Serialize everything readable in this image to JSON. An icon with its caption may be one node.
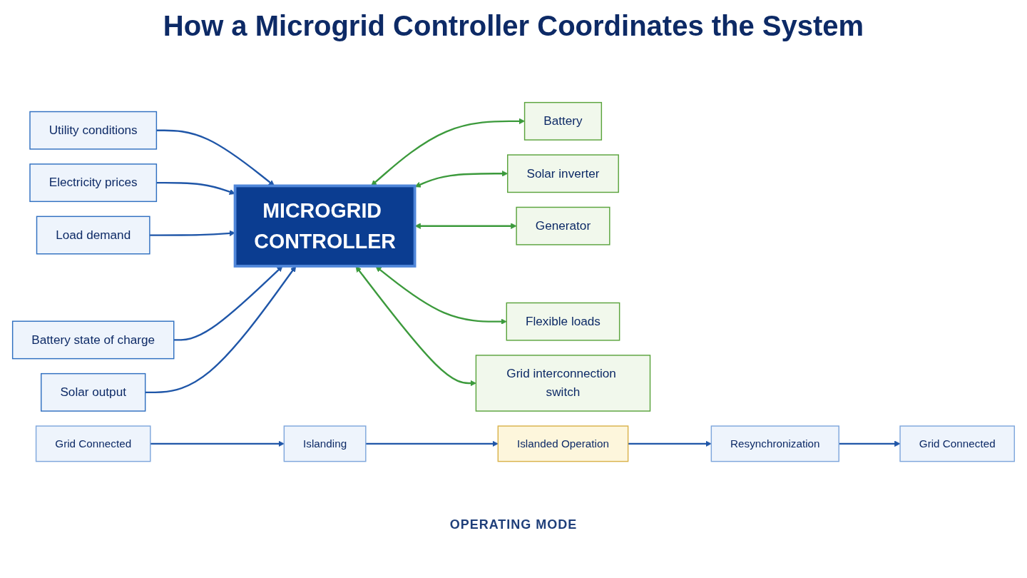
{
  "diagram": {
    "title": "How a Microgrid Controller Coordinates the System",
    "nodes": [
      {
        "text": [
          "Utility conditions"
        ]
      },
      {
        "text": [
          "Electricity prices"
        ]
      },
      {
        "text": [
          "Load demand"
        ]
      },
      {
        "text": [
          "Battery state of charge"
        ]
      },
      {
        "text": [
          "Solar output"
        ]
      },
      {
        "text": [
          "MICROGRID CONTROLLER"
        ]
      },
      {
        "text": [
          "Battery"
        ]
      },
      {
        "text": [
          "Solar inverter"
        ]
      },
      {
        "text": [
          "Generator"
        ]
      },
      {
        "text": [
          "Flexible loads"
        ]
      },
      {
        "text": [
          "Grid interconnection switch"
        ]
      },
      {
        "text": [
          "Grid Connected"
        ]
      },
      {
        "text": [
          "Islanding"
        ]
      },
      {
        "text": [
          "Islanded Operation"
        ]
      },
      {
        "text": [
          "Resynchronization"
        ]
      },
      {
        "text": [
          "Grid Connected"
        ]
      }
    ],
    "edges": [
      {
        "from": 0,
        "to": 5,
        "arrow": "to"
      },
      {
        "from": 1,
        "to": 5,
        "arrow": "to"
      },
      {
        "from": 2,
        "to": 5,
        "arrow": "to"
      },
      {
        "from": 3,
        "to": 5,
        "arrow": "to"
      },
      {
        "from": 4,
        "to": 5,
        "arrow": "to"
      },
      {
        "from": 5,
        "to": 6,
        "arrow": "both",
        "color": "#3c9a3c"
      },
      {
        "from": 5,
        "to": 7,
        "arrow": "both",
        "color": "#3c9a3c"
      },
      {
        "from": 5,
        "to": 8,
        "arrow": "both",
        "color": "#3c9a3c"
      },
      {
        "from": 5,
        "to": 9,
        "arrow": "both",
        "color": "#3c9a3c"
      },
      {
        "from": 5,
        "to": 10,
        "arrow": "both",
        "color": "#3c9a3c"
      },
      {
        "from": 11,
        "to": 12,
        "arrow": "to"
      },
      {
        "from": 12,
        "to": 13,
        "arrow": "to"
      },
      {
        "from": 13,
        "to": 14,
        "arrow": "to"
      },
      {
        "from": 14,
        "to": 15,
        "arrow": "to"
      }
    ],
    "labels": [
      "OPERATING MODE"
    ]
  }
}
